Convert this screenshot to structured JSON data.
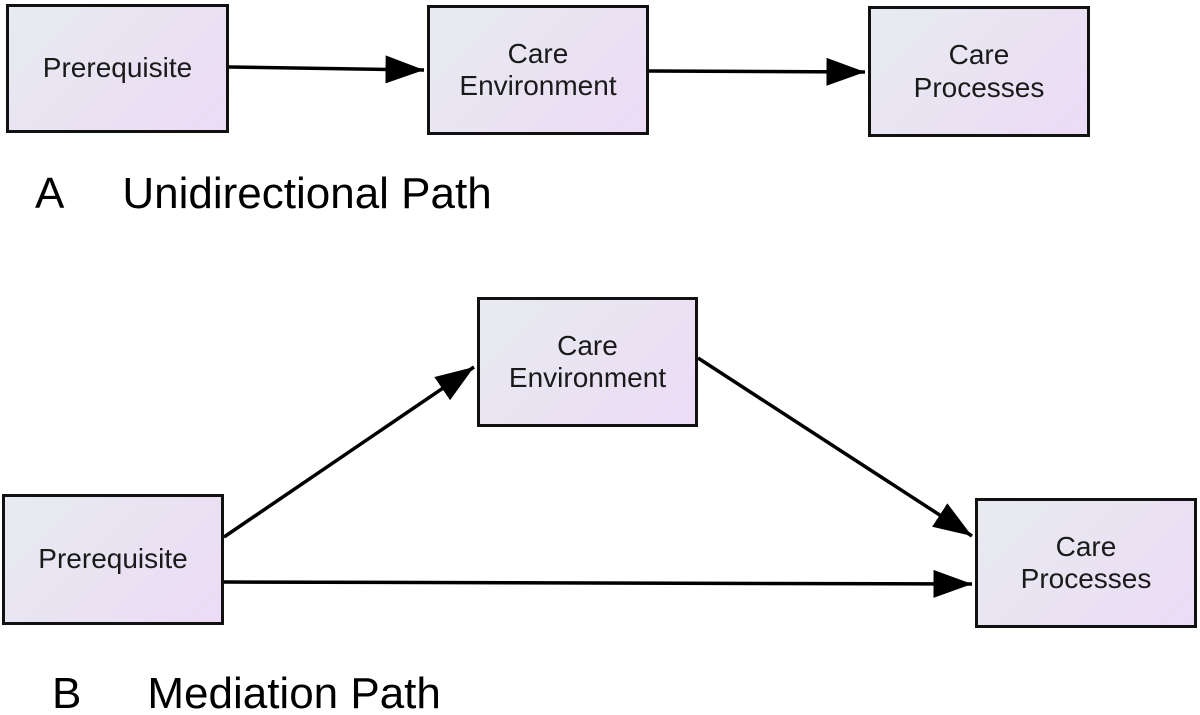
{
  "figure": {
    "background_color": "#ffffff",
    "box_style": {
      "gradient_start": "#e8ebf0",
      "gradient_end": "#ecdbf6",
      "border_color": "#111111",
      "text_color": "#1a1a1a"
    },
    "arrow_color": "#000000",
    "panels": [
      {
        "letter": "A",
        "title": "Unidirectional Path",
        "boxes": [
          {
            "id": "prerequisite",
            "label": "Prerequisite"
          },
          {
            "id": "care-environment",
            "label": "Care\nEnvironment"
          },
          {
            "id": "care-processes",
            "label": "Care\nProcesses"
          }
        ],
        "arrows": [
          {
            "from": "prerequisite",
            "to": "care-environment"
          },
          {
            "from": "care-environment",
            "to": "care-processes"
          }
        ]
      },
      {
        "letter": "B",
        "title": "Mediation Path",
        "boxes": [
          {
            "id": "prerequisite",
            "label": "Prerequisite"
          },
          {
            "id": "care-environment",
            "label": "Care\nEnvironment"
          },
          {
            "id": "care-processes",
            "label": "Care\nProcesses"
          }
        ],
        "arrows": [
          {
            "from": "prerequisite",
            "to": "care-environment"
          },
          {
            "from": "care-environment",
            "to": "care-processes"
          },
          {
            "from": "prerequisite",
            "to": "care-processes"
          }
        ]
      }
    ]
  }
}
